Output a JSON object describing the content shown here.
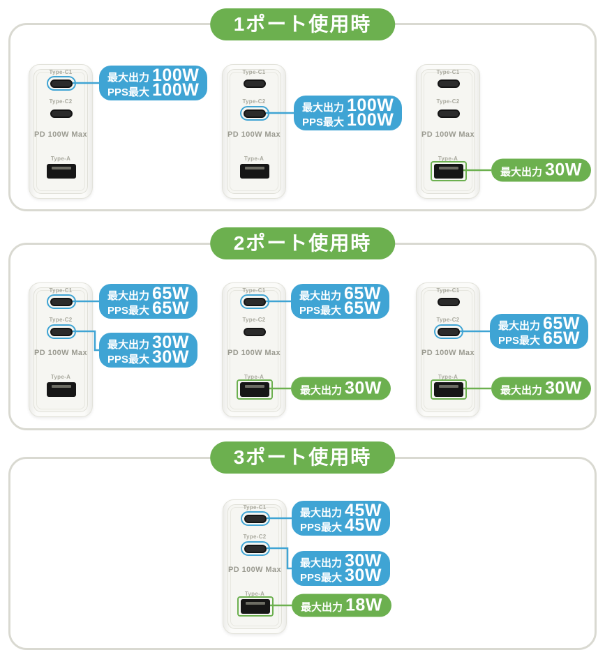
{
  "device": {
    "port_c1_label": "Type-C1",
    "port_c2_label": "Type-C2",
    "body_label": "PD 100W Max",
    "port_a_label": "Type-A"
  },
  "colors": {
    "accent_blue": "#3fa4d4",
    "accent_green": "#6cb04f",
    "frame_gray": "#d9d9d1"
  },
  "sections": [
    {
      "title": "1ポート使用時",
      "chargers": [
        {
          "callouts": [
            {
              "port": "Type-C1",
              "style": "blue",
              "rows": [
                {
                  "prefix": "最大出力",
                  "value": "100W"
                },
                {
                  "prefix": "PPS最大",
                  "value": "100W"
                }
              ]
            }
          ]
        },
        {
          "callouts": [
            {
              "port": "Type-C2",
              "style": "blue",
              "rows": [
                {
                  "prefix": "最大出力",
                  "value": "100W"
                },
                {
                  "prefix": "PPS最大",
                  "value": "100W"
                }
              ]
            }
          ]
        },
        {
          "callouts": [
            {
              "port": "Type-A",
              "style": "green",
              "rows": [
                {
                  "prefix": "最大出力",
                  "value": "30W"
                }
              ]
            }
          ]
        }
      ]
    },
    {
      "title": "2ポート使用時",
      "chargers": [
        {
          "callouts": [
            {
              "port": "Type-C1",
              "style": "blue",
              "rows": [
                {
                  "prefix": "最大出力",
                  "value": "65W"
                },
                {
                  "prefix": "PPS最大",
                  "value": "65W"
                }
              ]
            },
            {
              "port": "Type-C2",
              "style": "blue",
              "rows": [
                {
                  "prefix": "最大出力",
                  "value": "30W"
                },
                {
                  "prefix": "PPS最大",
                  "value": "30W"
                }
              ]
            }
          ]
        },
        {
          "callouts": [
            {
              "port": "Type-C1",
              "style": "blue",
              "rows": [
                {
                  "prefix": "最大出力",
                  "value": "65W"
                },
                {
                  "prefix": "PPS最大",
                  "value": "65W"
                }
              ]
            },
            {
              "port": "Type-A",
              "style": "green",
              "rows": [
                {
                  "prefix": "最大出力",
                  "value": "30W"
                }
              ]
            }
          ]
        },
        {
          "callouts": [
            {
              "port": "Type-C2",
              "style": "blue",
              "rows": [
                {
                  "prefix": "最大出力",
                  "value": "65W"
                },
                {
                  "prefix": "PPS最大",
                  "value": "65W"
                }
              ]
            },
            {
              "port": "Type-A",
              "style": "green",
              "rows": [
                {
                  "prefix": "最大出力",
                  "value": "30W"
                }
              ]
            }
          ]
        }
      ]
    },
    {
      "title": "3ポート使用時",
      "chargers": [
        {
          "callouts": [
            {
              "port": "Type-C1",
              "style": "blue",
              "rows": [
                {
                  "prefix": "最大出力",
                  "value": "45W"
                },
                {
                  "prefix": "PPS最大",
                  "value": "45W"
                }
              ]
            },
            {
              "port": "Type-C2",
              "style": "blue",
              "rows": [
                {
                  "prefix": "最大出力",
                  "value": "30W"
                },
                {
                  "prefix": "PPS最大",
                  "value": "30W"
                }
              ]
            },
            {
              "port": "Type-A",
              "style": "green",
              "rows": [
                {
                  "prefix": "最大出力",
                  "value": "18W"
                }
              ]
            }
          ]
        }
      ]
    }
  ]
}
